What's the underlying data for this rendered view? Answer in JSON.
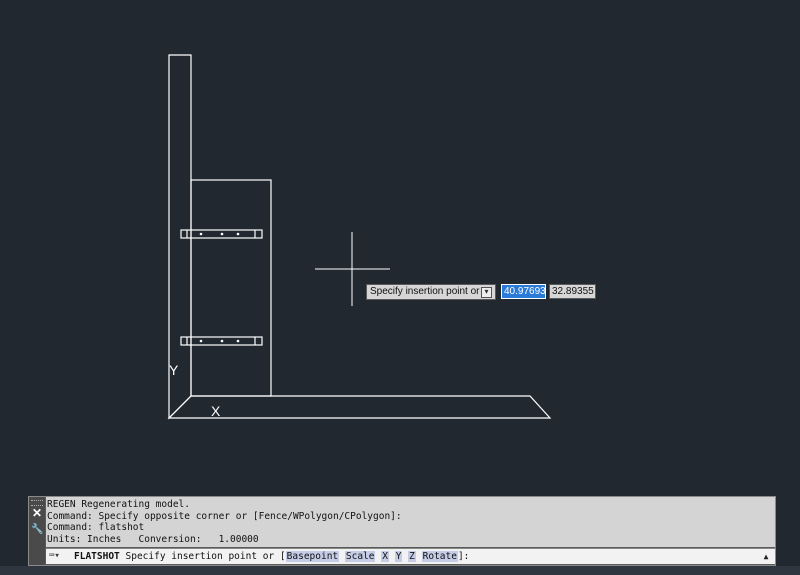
{
  "viewport": {
    "background": "#212830",
    "line_color": "#ffffff",
    "axis_x_label": "X",
    "axis_y_label": "Y"
  },
  "dynamic_input": {
    "tooltip": "Specify insertion point or",
    "dropdown_icon": "arrow-down-icon",
    "x_value": "40.97693",
    "y_value": "32.89355"
  },
  "command_window": {
    "history": [
      "REGEN Regenerating model.",
      "Command: Specify opposite corner or [Fence/WPolygon/CPolygon]:",
      "Command: flatshot",
      "Units: Inches   Conversion:   1.00000"
    ],
    "command_name": "FLATSHOT",
    "prompt_text": "Specify insertion point or [",
    "options": [
      "Basepoint",
      "Scale",
      "X",
      "Y",
      "Z",
      "Rotate"
    ],
    "prompt_end": "]:",
    "close_glyph": "✕",
    "settings_glyph": "🔧",
    "scroll_glyph": "▲",
    "cmd_icon_glyph": "⌨▾"
  }
}
